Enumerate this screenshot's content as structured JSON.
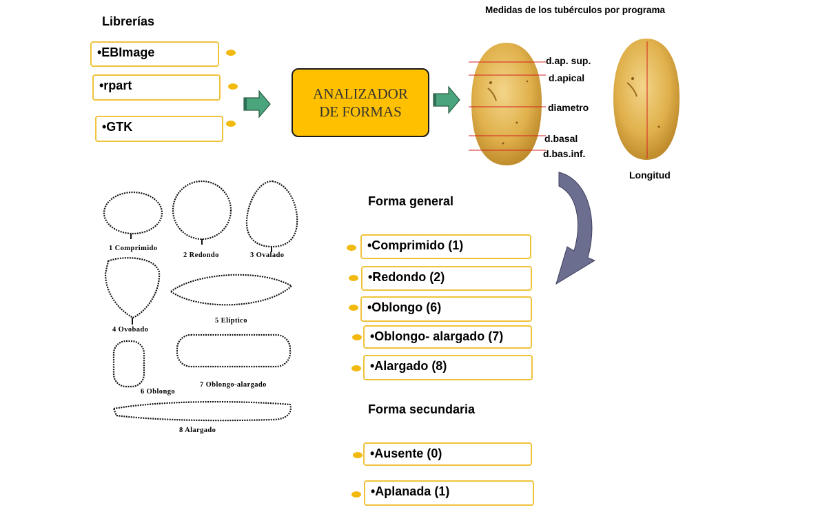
{
  "libraries": {
    "heading": "Librerías",
    "items": [
      "•EBImage",
      "•rpart",
      "•GTK"
    ]
  },
  "analyzer": {
    "line1": "ANALIZADOR",
    "line2": "DE FORMAS"
  },
  "measurements": {
    "title": "Medidas de los tubérculos por programa",
    "labels": [
      "d.ap. sup.",
      "d.apical",
      "diametro",
      "d.basal",
      "d.bas.inf."
    ],
    "length_label": "Longitud"
  },
  "shape_figure": {
    "captions": [
      "1  Comprimido",
      "2  Redondo",
      "3  Ovalado",
      "4  Ovobado",
      "5  Elíptico",
      "6  Oblongo",
      "7  Oblongo-alargado",
      "8  Alargado"
    ]
  },
  "forma_general": {
    "heading": "Forma general",
    "items": [
      "•Comprimido (1)",
      "•Redondo (2)",
      "•Oblongo (6)",
      "•Oblongo- alargado (7)",
      "•Alargado (8)"
    ]
  },
  "forma_secundaria": {
    "heading": "Forma secundaria",
    "items": [
      "•Ausente (0)",
      "•Aplanada (1)"
    ]
  },
  "colors": {
    "box_border": "#f0c33c",
    "dot": "#f2b90f",
    "analyzer_fill": "#ffc000",
    "arrow_green": "#4aa57c",
    "curved_arrow": "#6b6e8f",
    "potato": "#e0b14c"
  }
}
